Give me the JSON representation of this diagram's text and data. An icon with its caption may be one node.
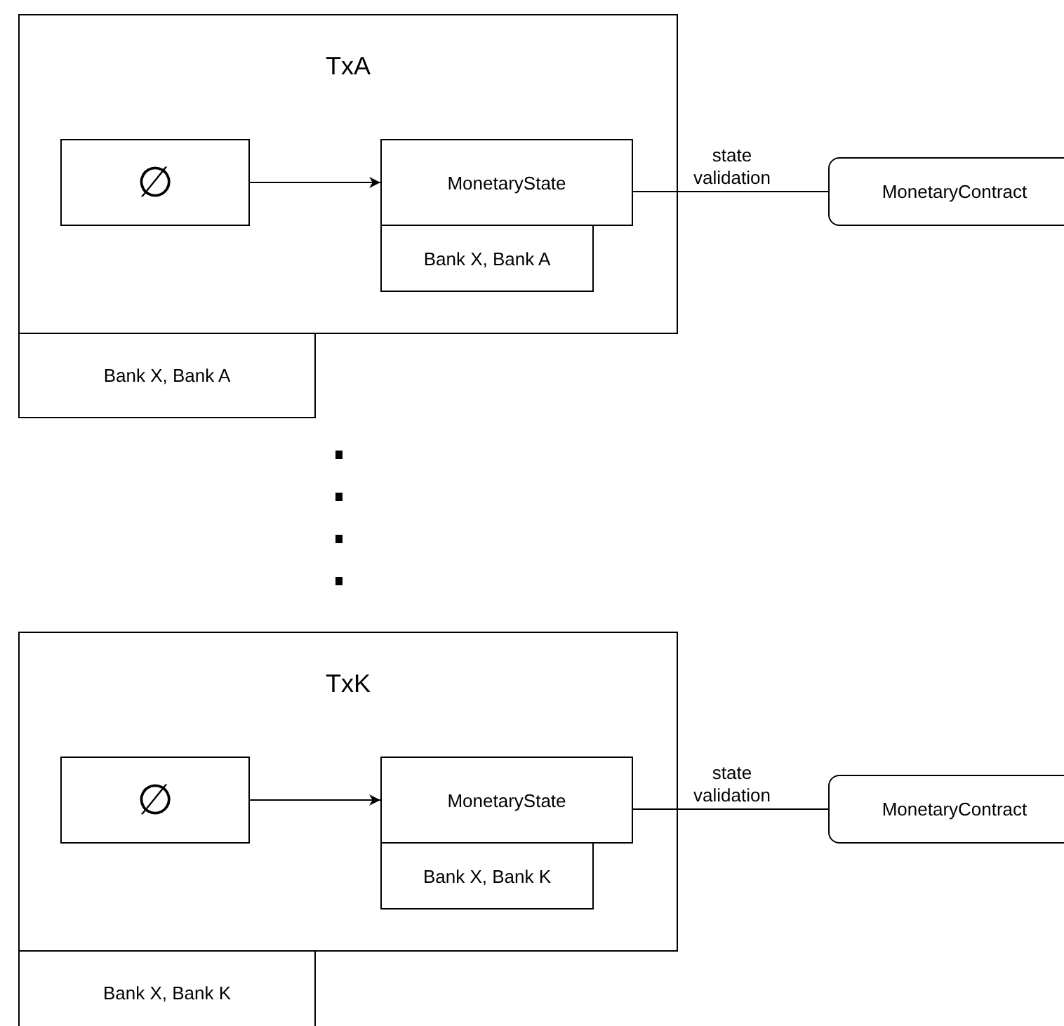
{
  "diagram": {
    "nodes": [
      {
        "text": [
          "TxA"
        ]
      },
      {
        "text": [
          "∅"
        ],
        "in": 0
      },
      {
        "text": [
          "MonetaryState"
        ],
        "in": 0
      },
      {
        "text": [
          "Bank X, Bank A"
        ],
        "in": 0
      },
      {
        "text": [
          "Bank X, Bank A"
        ]
      },
      {
        "text": [
          "MonetaryContract"
        ]
      },
      {
        "text": [
          "TxK"
        ]
      },
      {
        "text": [
          "∅"
        ],
        "in": 6
      },
      {
        "text": [
          "MonetaryState"
        ],
        "in": 6
      },
      {
        "text": [
          "Bank X, Bank K"
        ],
        "in": 6
      },
      {
        "text": [
          "Bank X, Bank K"
        ]
      },
      {
        "text": [
          "MonetaryContract"
        ]
      }
    ],
    "edges": [
      {
        "from": 1,
        "to": 2,
        "arrow": "to"
      },
      {
        "from": 2,
        "to": 5,
        "arrow": "none",
        "label": "state validation"
      },
      {
        "from": 7,
        "to": 8,
        "arrow": "to"
      },
      {
        "from": 8,
        "to": 11,
        "arrow": "none",
        "label": "state validation"
      }
    ]
  }
}
